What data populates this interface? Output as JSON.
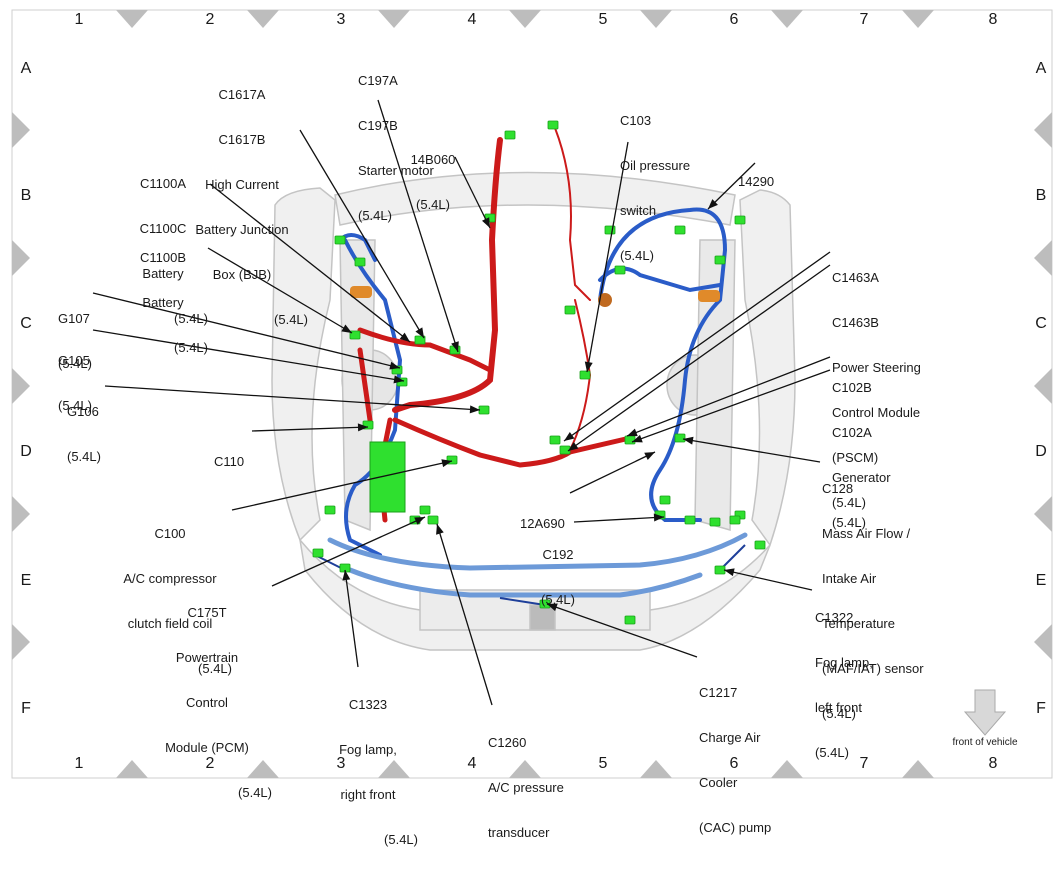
{
  "grid": {
    "columns": [
      "1",
      "2",
      "3",
      "4",
      "5",
      "6",
      "7",
      "8"
    ],
    "rows": [
      "A",
      "B",
      "C",
      "D",
      "E",
      "F"
    ]
  },
  "callouts": [
    {
      "id": "c1617",
      "lines": [
        "C1617A",
        "C1617B",
        "High Current",
        "Battery Junction",
        "Box (BJB)",
        "(5.4L)"
      ]
    },
    {
      "id": "c197",
      "lines": [
        "C197A",
        "C197B",
        "Starter motor",
        "(5.4L)"
      ]
    },
    {
      "id": "14b060",
      "lines": [
        "14B060",
        "(5.4L)"
      ]
    },
    {
      "id": "c103",
      "lines": [
        "C103",
        "Oil pressure",
        "switch",
        "(5.4L)"
      ]
    },
    {
      "id": "14290",
      "lines": [
        "14290"
      ]
    },
    {
      "id": "c1100ac",
      "lines": [
        "C1100A",
        "C1100C",
        "Battery",
        "(5.4L)"
      ]
    },
    {
      "id": "c1100b",
      "lines": [
        "C1100B",
        "Battery",
        "(5.4L)"
      ]
    },
    {
      "id": "g107",
      "lines": [
        "G107",
        "(5.4L)"
      ]
    },
    {
      "id": "g105",
      "lines": [
        "G105",
        "(5.4L)"
      ]
    },
    {
      "id": "g106",
      "lines": [
        "G106",
        "(5.4L)"
      ]
    },
    {
      "id": "c110",
      "lines": [
        "C110"
      ]
    },
    {
      "id": "c100",
      "lines": [
        "C100",
        "A/C compressor",
        "clutch field coil",
        "(5.4L)"
      ]
    },
    {
      "id": "c175t",
      "lines": [
        "C175T",
        "Powertrain",
        "Control",
        "Module (PCM)",
        "(5.4L)"
      ]
    },
    {
      "id": "c1323",
      "lines": [
        "C1323",
        "Fog lamp,",
        "right front",
        "(5.4L)"
      ]
    },
    {
      "id": "c1260",
      "lines": [
        "C1260",
        "A/C pressure",
        "transducer"
      ]
    },
    {
      "id": "c1217",
      "lines": [
        "C1217",
        "Charge Air",
        "Cooler",
        "(CAC) pump"
      ]
    },
    {
      "id": "c1322",
      "lines": [
        "C1322",
        "Fog lamp,",
        "left front",
        "(5.4L)"
      ]
    },
    {
      "id": "c192",
      "lines": [
        "C192",
        "(5.4L)"
      ]
    },
    {
      "id": "12a690",
      "lines": [
        "12A690"
      ]
    },
    {
      "id": "c128",
      "lines": [
        "C128",
        "Mass Air Flow /",
        "Intake Air",
        "Temperature",
        "(MAF/IAT) sensor",
        "(5.4L)"
      ]
    },
    {
      "id": "c102",
      "lines": [
        "C102B",
        "C102A",
        "Generator",
        "(5.4L)"
      ]
    },
    {
      "id": "c1463",
      "lines": [
        "C1463A",
        "C1463B",
        "Power Steering",
        "Control Module",
        "(PSCM)",
        "(5.4L)"
      ]
    }
  ],
  "front_of_vehicle": "front of vehicle",
  "colors": {
    "harness_red": "#cc1a1a",
    "harness_blue": "#2a5cc8",
    "harness_lightblue": "#6d9ad8",
    "connector_green": "#2fe02f",
    "frame_gray": "#bdbdbd",
    "arrow_gray": "#bdbdbd"
  }
}
